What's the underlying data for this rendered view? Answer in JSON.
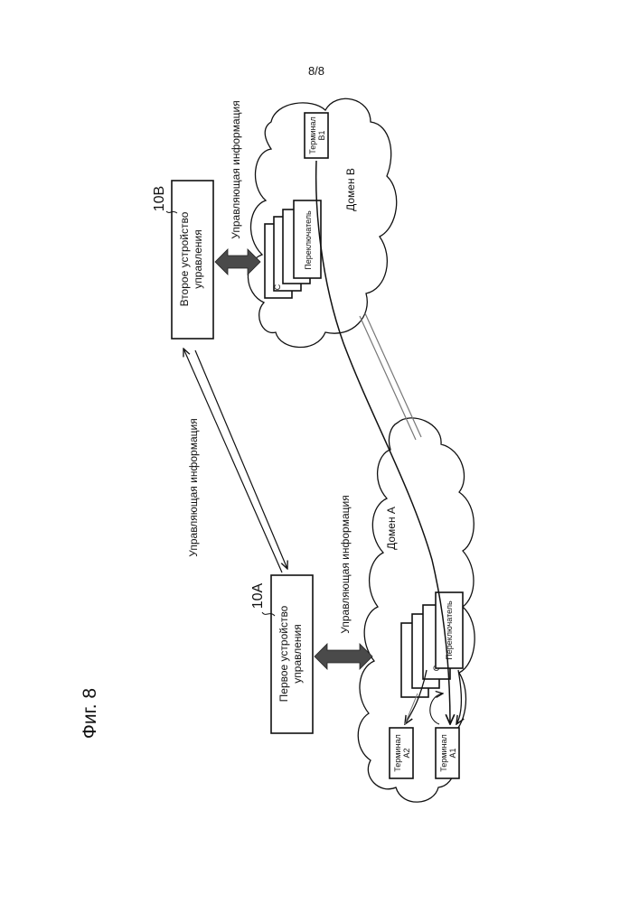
{
  "page_number": "8/8",
  "figure_label": "Фиг. 8",
  "controllers": {
    "first": {
      "ref": "10A",
      "lines": [
        "Первое устройство",
        "управления"
      ]
    },
    "second": {
      "ref": "10B",
      "lines": [
        "Второе устройство",
        "управления"
      ]
    }
  },
  "control_info_label": "Управляющая информация",
  "domains": {
    "a": {
      "label": "Домен А",
      "switch_label": "Переключатель",
      "stack_letter": "С",
      "terminals": [
        {
          "line1": "Терминал",
          "line2": "А1"
        },
        {
          "line1": "Терминал",
          "line2": "А2"
        }
      ]
    },
    "b": {
      "label": "Домен В",
      "switch_label": "Переключатель",
      "stack_letter": "С",
      "terminals": [
        {
          "line1": "Терминал",
          "line2": "В1"
        }
      ]
    }
  }
}
